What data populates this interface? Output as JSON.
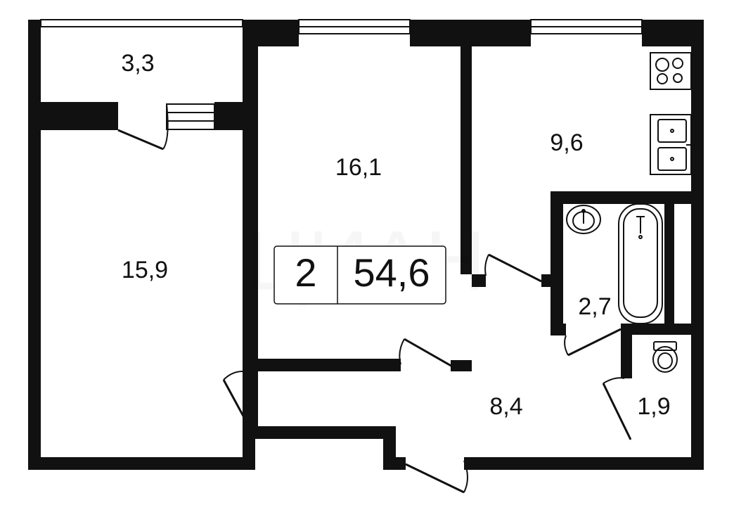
{
  "plan": {
    "summary": {
      "rooms_count": "2",
      "total_area": "54,6"
    },
    "rooms": [
      {
        "id": "balcony",
        "area": "3,3"
      },
      {
        "id": "room-left",
        "area": "15,9"
      },
      {
        "id": "room-center",
        "area": "16,1"
      },
      {
        "id": "kitchen",
        "area": "9,6"
      },
      {
        "id": "bathroom",
        "area": "2,7"
      },
      {
        "id": "hallway",
        "area": "8,4"
      },
      {
        "id": "toilet",
        "area": "1,9"
      }
    ],
    "icons": [
      "stove-icon",
      "sink-icon",
      "washbasin-icon",
      "bathtub-icon",
      "toilet-icon"
    ],
    "colors": {
      "wall": "#111111",
      "background": "#ffffff"
    }
  }
}
